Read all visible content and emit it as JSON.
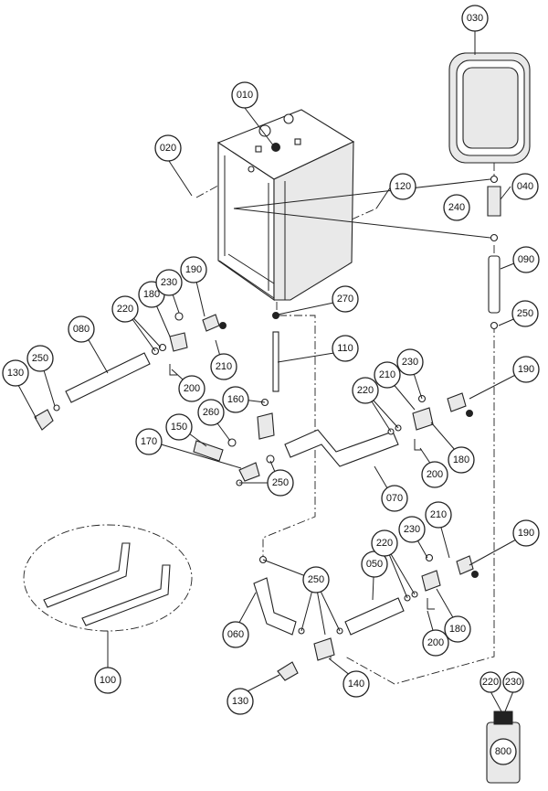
{
  "callouts": {
    "c010": "010",
    "c020": "020",
    "c030": "030",
    "c040": "040",
    "c050": "050",
    "c060": "060",
    "c070": "070",
    "c080": "080",
    "c090": "090",
    "c100": "100",
    "c110": "110",
    "c120": "120",
    "c130a": "130",
    "c130b": "130",
    "c140": "140",
    "c150": "150",
    "c160": "160",
    "c170": "170",
    "c180a": "180",
    "c180b": "180",
    "c180c": "180",
    "c190a": "190",
    "c190b": "190",
    "c190c": "190",
    "c200a": "200",
    "c200b": "200",
    "c200c": "200",
    "c210a": "210",
    "c210b": "210",
    "c210c": "210",
    "c220a": "220",
    "c220b": "220",
    "c220c": "220",
    "c220d": "220",
    "c230a": "230",
    "c230b": "230",
    "c230c": "230",
    "c230d": "230",
    "c240": "240",
    "c250a": "250",
    "c250b": "250",
    "c250c": "250",
    "c250d": "250",
    "c260": "260",
    "c270": "270",
    "c800": "800"
  },
  "icons": [
    "boiler-cabinet",
    "expansion-vessel",
    "pipe",
    "elbow-fitting",
    "tee-fitting",
    "drain-valve",
    "grease-tube"
  ]
}
